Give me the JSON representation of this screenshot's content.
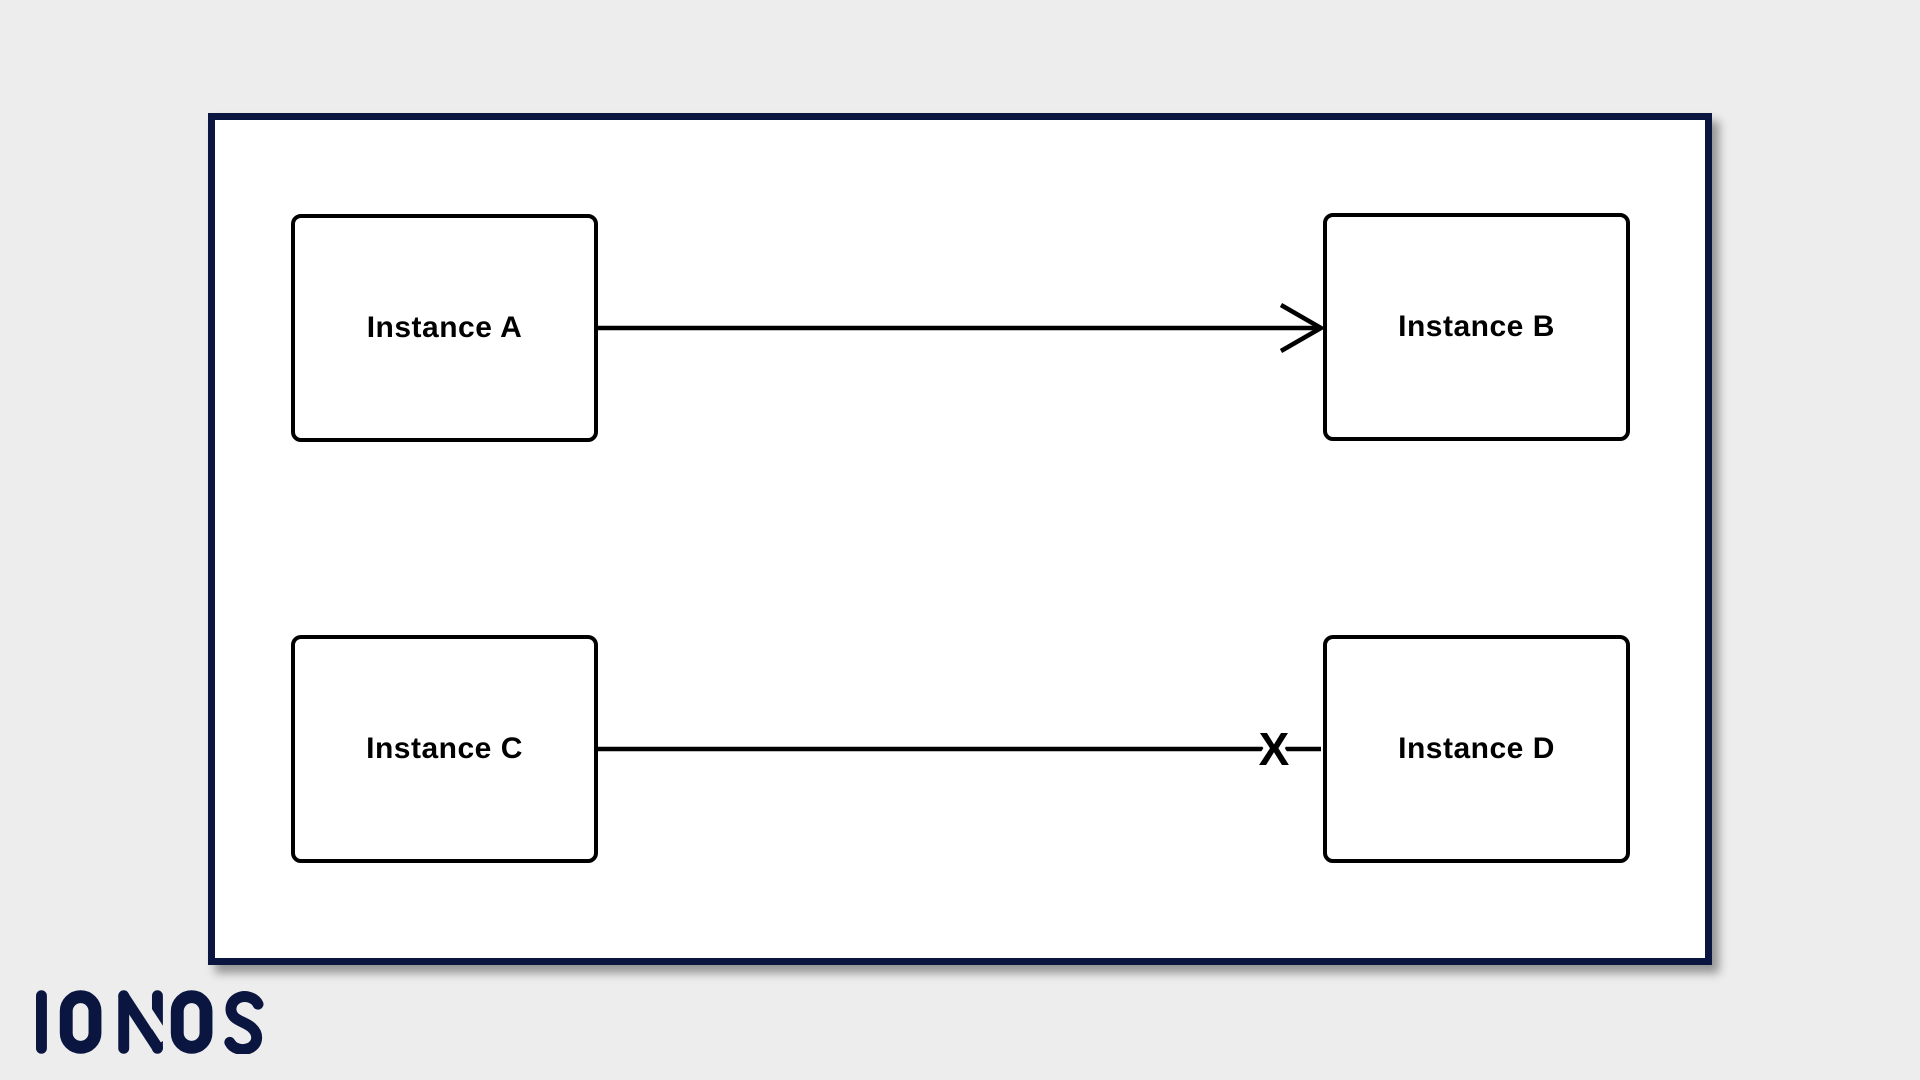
{
  "page": {
    "background_color": "#ededed"
  },
  "canvas": {
    "background_color": "#ffffff",
    "border_color": "#0a1640"
  },
  "diagram": {
    "nodes": [
      {
        "id": "a",
        "label": "Instance A"
      },
      {
        "id": "b",
        "label": "Instance B"
      },
      {
        "id": "c",
        "label": "Instance C"
      },
      {
        "id": "d",
        "label": "Instance D"
      }
    ],
    "edges": [
      {
        "from": "Instance A",
        "to": "Instance B",
        "type": "arrow"
      },
      {
        "from": "Instance C",
        "to": "Instance D",
        "type": "line",
        "marker": "X"
      }
    ],
    "blocked_marker": "X",
    "line_color": "#000000"
  },
  "footer": {
    "logo_text": "IONOS",
    "logo_color": "#0a1640"
  }
}
